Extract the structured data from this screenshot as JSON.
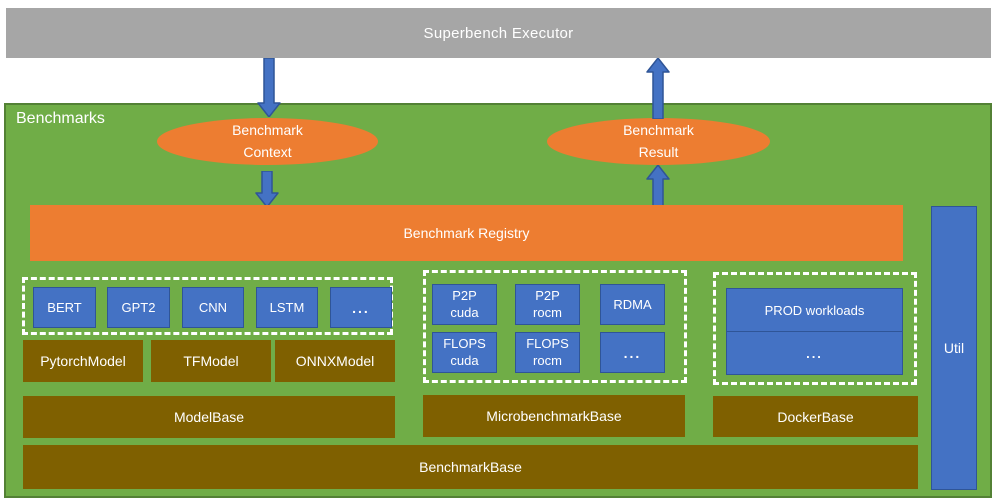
{
  "executor_label": "Superbench Executor",
  "benchmarks_label": "Benchmarks",
  "context_ellipse": {
    "line1": "Benchmark",
    "line2": "Context"
  },
  "result_ellipse": {
    "line1": "Benchmark",
    "line2": "Result"
  },
  "registry_label": "Benchmark Registry",
  "util_label": "Util",
  "model_group": {
    "items": [
      "BERT",
      "GPT2",
      "CNN",
      "LSTM",
      "..."
    ],
    "frameworks": [
      "PytorchModel",
      "TFModel",
      "ONNXModel"
    ],
    "base": "ModelBase"
  },
  "micro_group": {
    "items": [
      "P2P\ncuda",
      "P2P\nrocm",
      "RDMA",
      "FLOPS\ncuda",
      "FLOPS\nrocm",
      "..."
    ],
    "base": "MicrobenchmarkBase"
  },
  "docker_group": {
    "items": [
      "PROD workloads",
      "..."
    ],
    "base": "DockerBase"
  },
  "benchmark_base_label": "BenchmarkBase",
  "colors": {
    "executor_gray": "#A6A6A6",
    "panel_green": "#70AD47",
    "panel_green_border": "#538135",
    "accent_orange": "#ED7D31",
    "accent_blue": "#4472C4",
    "blue_border": "#2F5597",
    "base_brown": "#7F6000",
    "text_white": "#FFFFFF"
  }
}
